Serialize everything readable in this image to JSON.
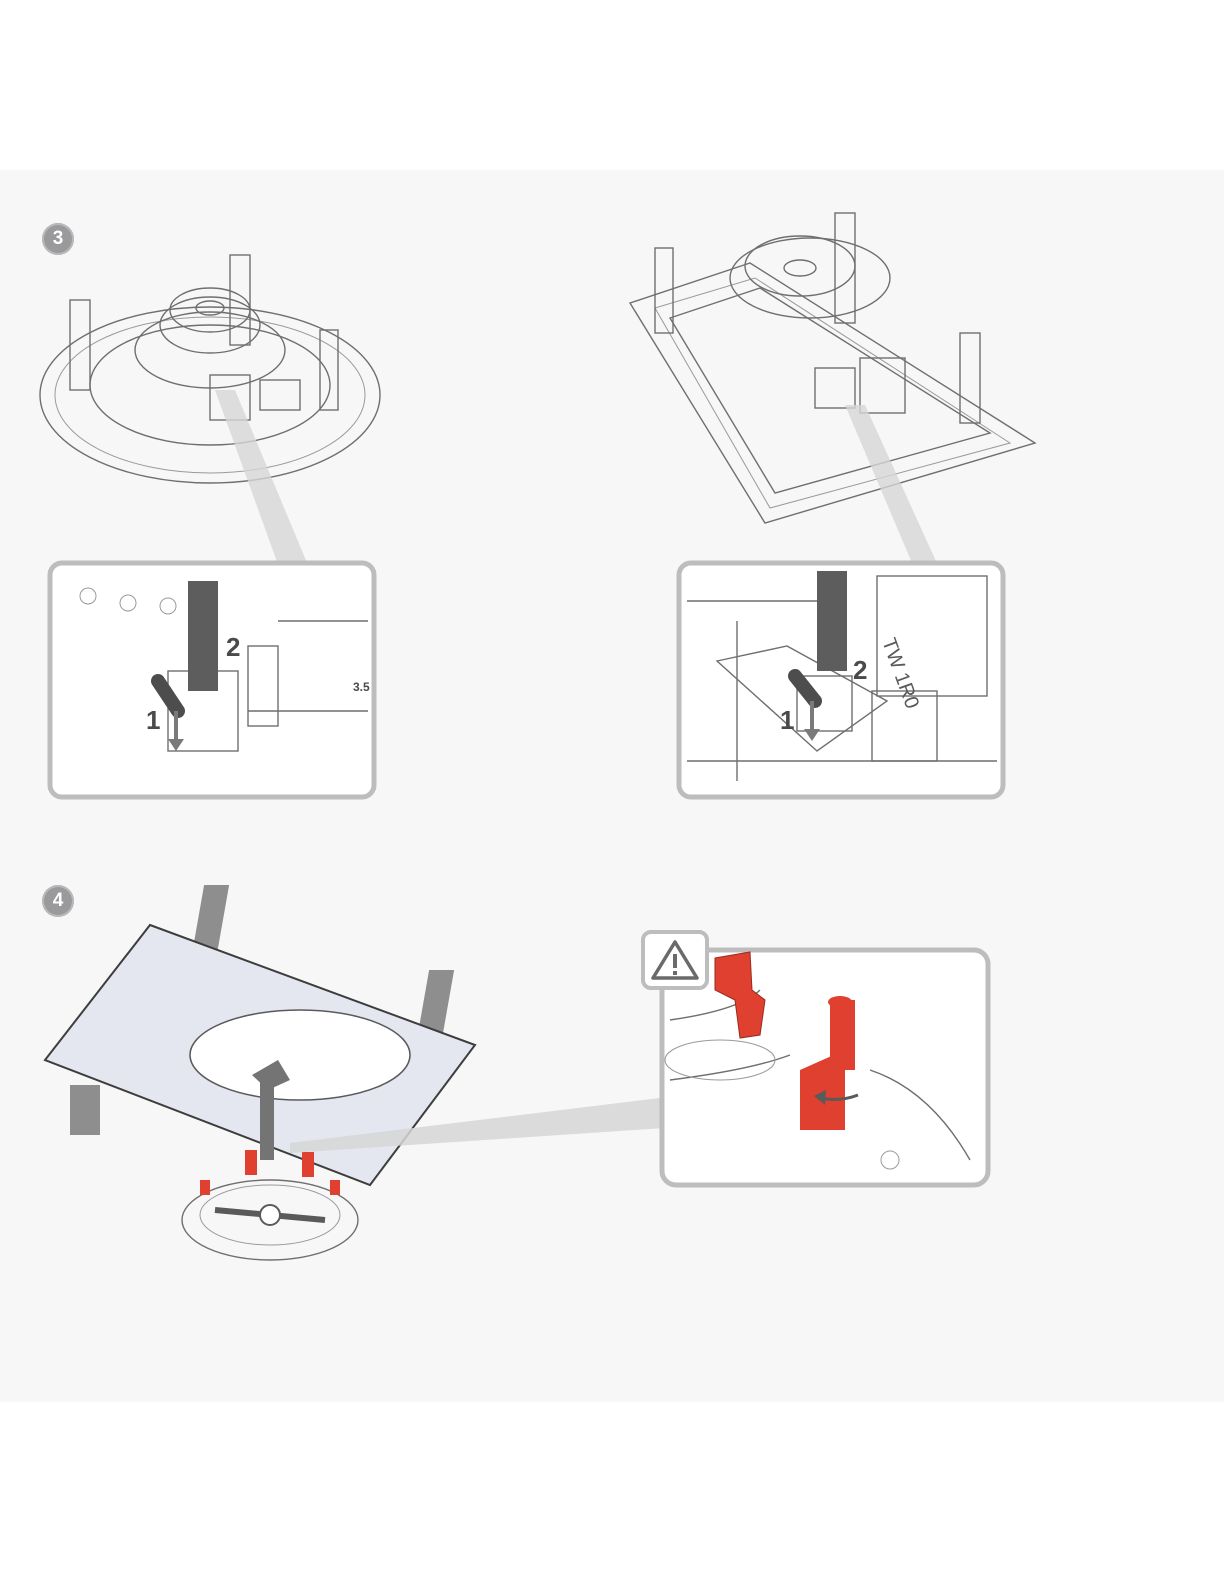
{
  "steps": {
    "step3_label": "3",
    "step4_label": "4"
  },
  "callouts": {
    "round_detail": {
      "one": "1",
      "two": "2",
      "label_a": "3.5"
    },
    "square_detail": {
      "one": "1",
      "two": "2",
      "label_a": "TW 1R0"
    }
  },
  "colors": {
    "accent_red": "#e0402f",
    "frame_gray": "#bdbdbd",
    "line_gray": "#6f6f70",
    "arrow_gray": "#8a8a8a"
  },
  "icons": {
    "warning": "warning-triangle-icon"
  }
}
